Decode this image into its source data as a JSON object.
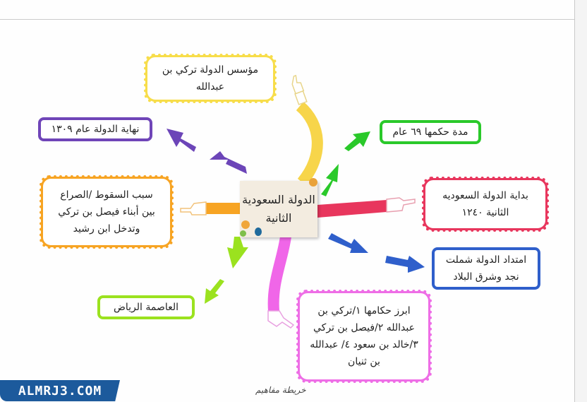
{
  "page": {
    "caption": "خريطة مفاهيم",
    "watermark": "ALMRJ3.COM"
  },
  "center": {
    "title": "الدولة السعودية الثانية"
  },
  "nodes": [
    {
      "id": "founder",
      "text": "مؤسس الدولة تركي بن عبدالله",
      "color": "#f7dd4a"
    },
    {
      "id": "end",
      "text": "نهاية الدولة عام ١٣٠٩",
      "color": "#6f45b8"
    },
    {
      "id": "duration",
      "text": "مدة حكمها ٦٩ عام",
      "color": "#2ac92a"
    },
    {
      "id": "fall-reason",
      "text": "سبب السقوط /الصراع بين أبناء فيصل بن تركي وتدخل ابن رشيد",
      "color": "#f7a423"
    },
    {
      "id": "start",
      "text": "بداية الدولة السعوديه الثانية ١٢٤٠",
      "color": "#e8365d"
    },
    {
      "id": "extent",
      "text": "امتداد الدولة شملت نجد وشرق البلاد",
      "color": "#2f5fcb"
    },
    {
      "id": "capital",
      "text": "العاصمة الرياض",
      "color": "#9be21f"
    },
    {
      "id": "rulers",
      "text": "ابرز حكامها ١/تركي بن عبدالله ٢/فيصل بن تركي ٣/خالد بن سعود ٤/ عبدالله بن ثنيان",
      "color": "#ee6ee6"
    }
  ],
  "icons": {
    "pointing_hand": "pointing-hand",
    "arrow": "arrow",
    "push_pin": "push-pin"
  }
}
